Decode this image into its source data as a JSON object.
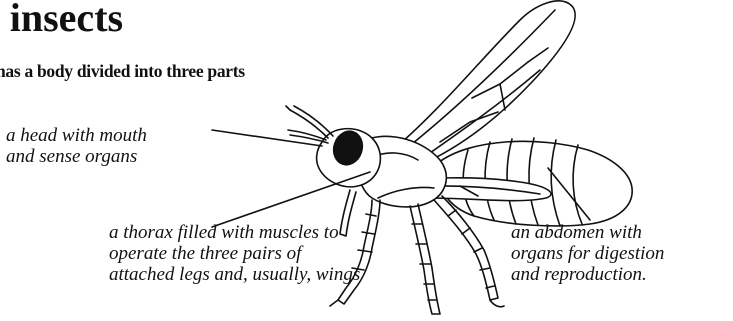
{
  "title": "e insects",
  "subtitle": "has a body divided into three parts",
  "labels": {
    "head": [
      "a head with mouth",
      "and sense organs"
    ],
    "thorax": [
      "a thorax filled with muscles to",
      "operate the three pairs of",
      "attached legs and, usually, wings"
    ],
    "abdomen": [
      "an abdomen with",
      "organs for digestion",
      "and  reproduction."
    ]
  }
}
